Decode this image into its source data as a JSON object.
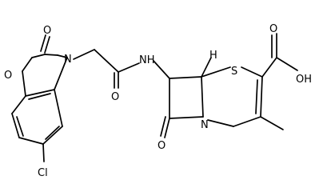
{
  "molecule": {
    "atom_labels": {
      "ring_oxygen": "O",
      "carbonyl_oxygen_oxazolone": "O",
      "ring_nitrogen_oxazolone": "N",
      "chlorine": "Cl",
      "amide_oxygen": "O",
      "amide_nh": "NH",
      "stereo_h": "H",
      "thiazine_sulfur": "S",
      "beta_lactam_nitrogen": "N",
      "beta_lactam_oxygen": "O",
      "acid_carbonyl_oxygen": "O",
      "acid_hydroxyl": "OH"
    }
  }
}
